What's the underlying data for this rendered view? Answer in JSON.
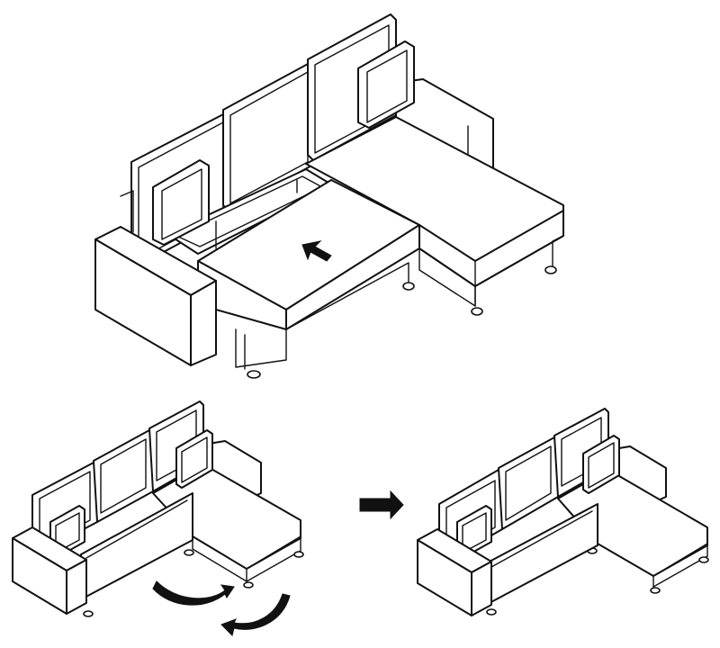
{
  "figure": {
    "panels": [
      {
        "id": "storage-open",
        "arrow": "arrow-up-left-icon"
      },
      {
        "id": "chaise-swap",
        "arrows": [
          "rotate-arrow-icon",
          "rotate-arrow-icon"
        ]
      },
      {
        "id": "result",
        "arrow": "arrow-right-icon"
      }
    ],
    "colors": {
      "line": "#111111",
      "background": "#ffffff"
    }
  }
}
